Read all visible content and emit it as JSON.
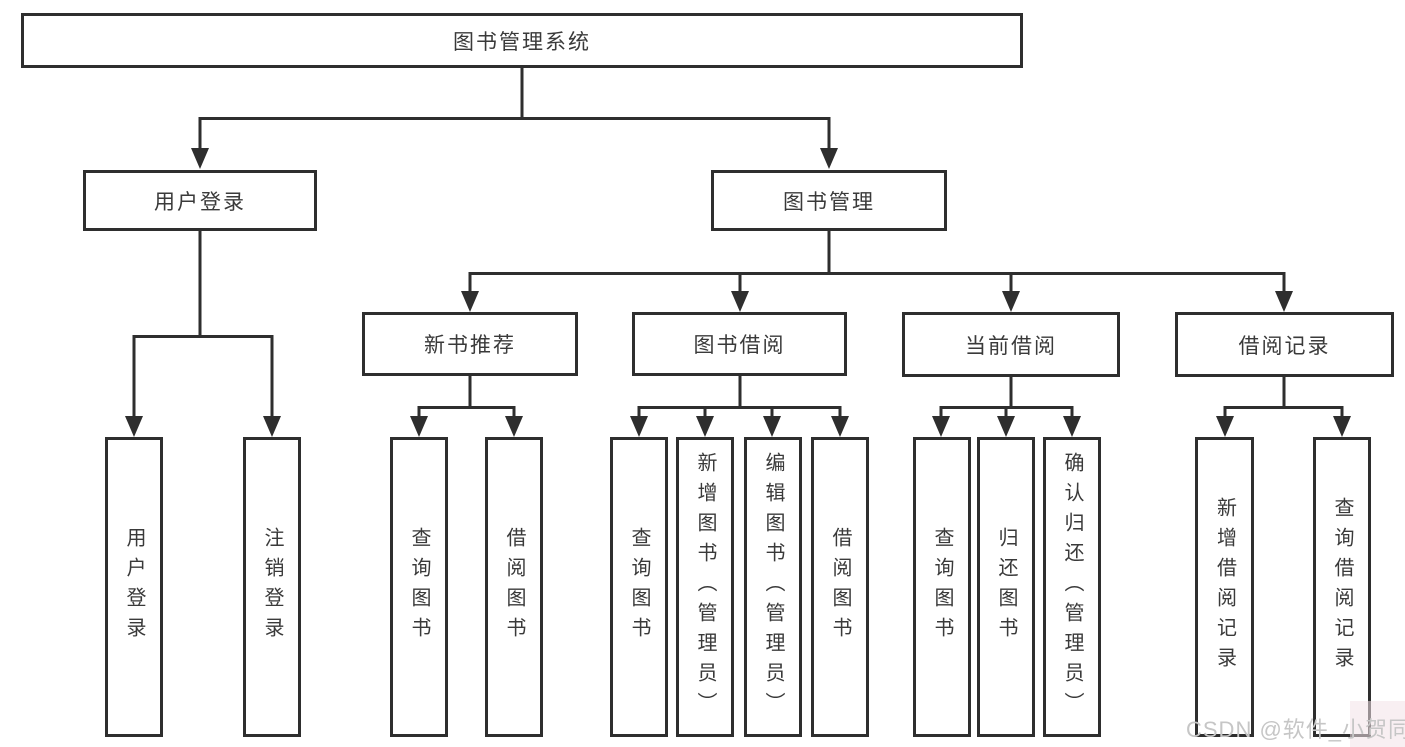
{
  "tree": {
    "label": "图书管理系统",
    "children": [
      {
        "label": "用户登录",
        "children": [
          {
            "label": "用户登录"
          },
          {
            "label": "注销登录"
          }
        ]
      },
      {
        "label": "图书管理",
        "children": [
          {
            "label": "新书推荐",
            "children": [
              {
                "label": "查询图书"
              },
              {
                "label": "借阅图书"
              }
            ]
          },
          {
            "label": "图书借阅",
            "children": [
              {
                "label": "查询图书"
              },
              {
                "label": "新增图书（管理员）"
              },
              {
                "label": "编辑图书（管理员）"
              },
              {
                "label": "借阅图书"
              }
            ]
          },
          {
            "label": "当前借阅",
            "children": [
              {
                "label": "查询图书"
              },
              {
                "label": "归还图书"
              },
              {
                "label": "确认归还（管理员）"
              }
            ]
          },
          {
            "label": "借阅记录",
            "children": [
              {
                "label": "新增借阅记录"
              },
              {
                "label": "查询借阅记录"
              }
            ]
          }
        ]
      }
    ]
  },
  "watermark": {
    "text": "CSDN @软件_小贺同学"
  },
  "colors": {
    "line": "#2e2e2e",
    "text": "#3a3a3a",
    "box_background": "#ffffff",
    "watermark": "#c6c6c6"
  }
}
